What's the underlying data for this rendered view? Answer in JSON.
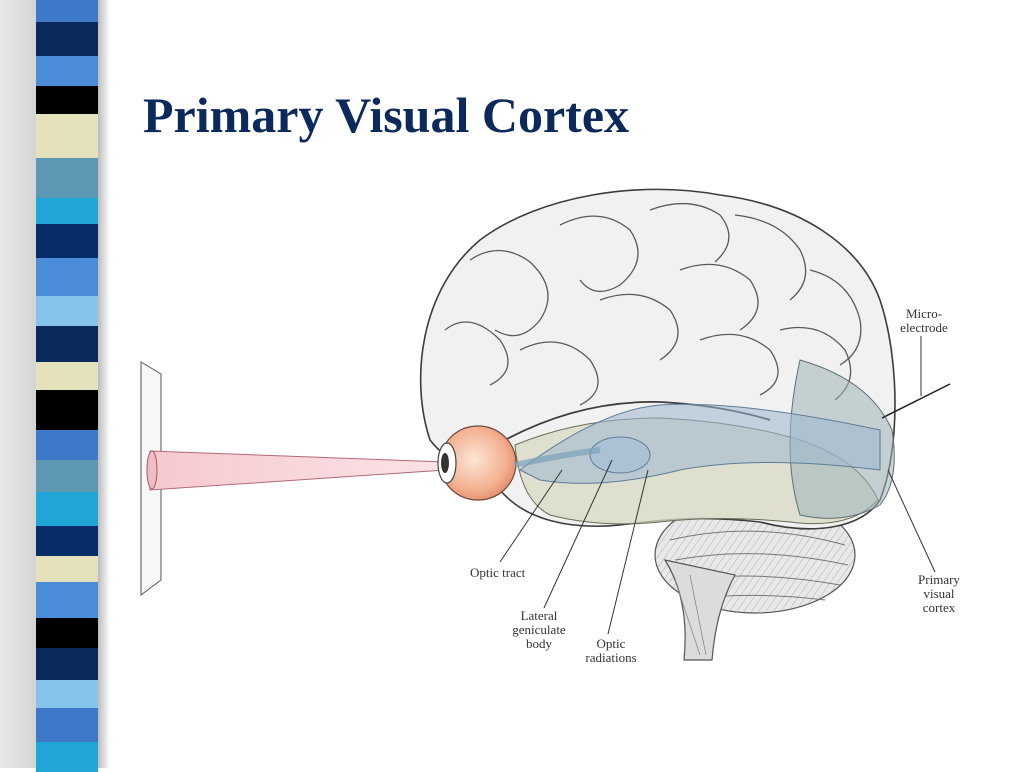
{
  "slide": {
    "title": "Primary Visual Cortex"
  },
  "colors": {
    "title": "#0b2a5b",
    "stripes": [
      "#3e78c9",
      "#0b2a5b",
      "#4a8cd8",
      "#000000",
      "#e4e2bc",
      "#5c98b4",
      "#1fa6d6",
      "#082c6a",
      "#86c4ec"
    ]
  },
  "diagram": {
    "labels": {
      "microelectrode_line1": "Micro-",
      "microelectrode_line2": "electrode",
      "optic_tract": "Optic tract",
      "lgn_line1": "Lateral",
      "lgn_line2": "geniculate",
      "lgn_line3": "body",
      "optic_radiations_line1": "Optic",
      "optic_radiations_line2": "radiations",
      "primary_visual_cortex_line1": "Primary",
      "primary_visual_cortex_line2": "visual",
      "primary_visual_cortex_line3": "cortex"
    }
  }
}
